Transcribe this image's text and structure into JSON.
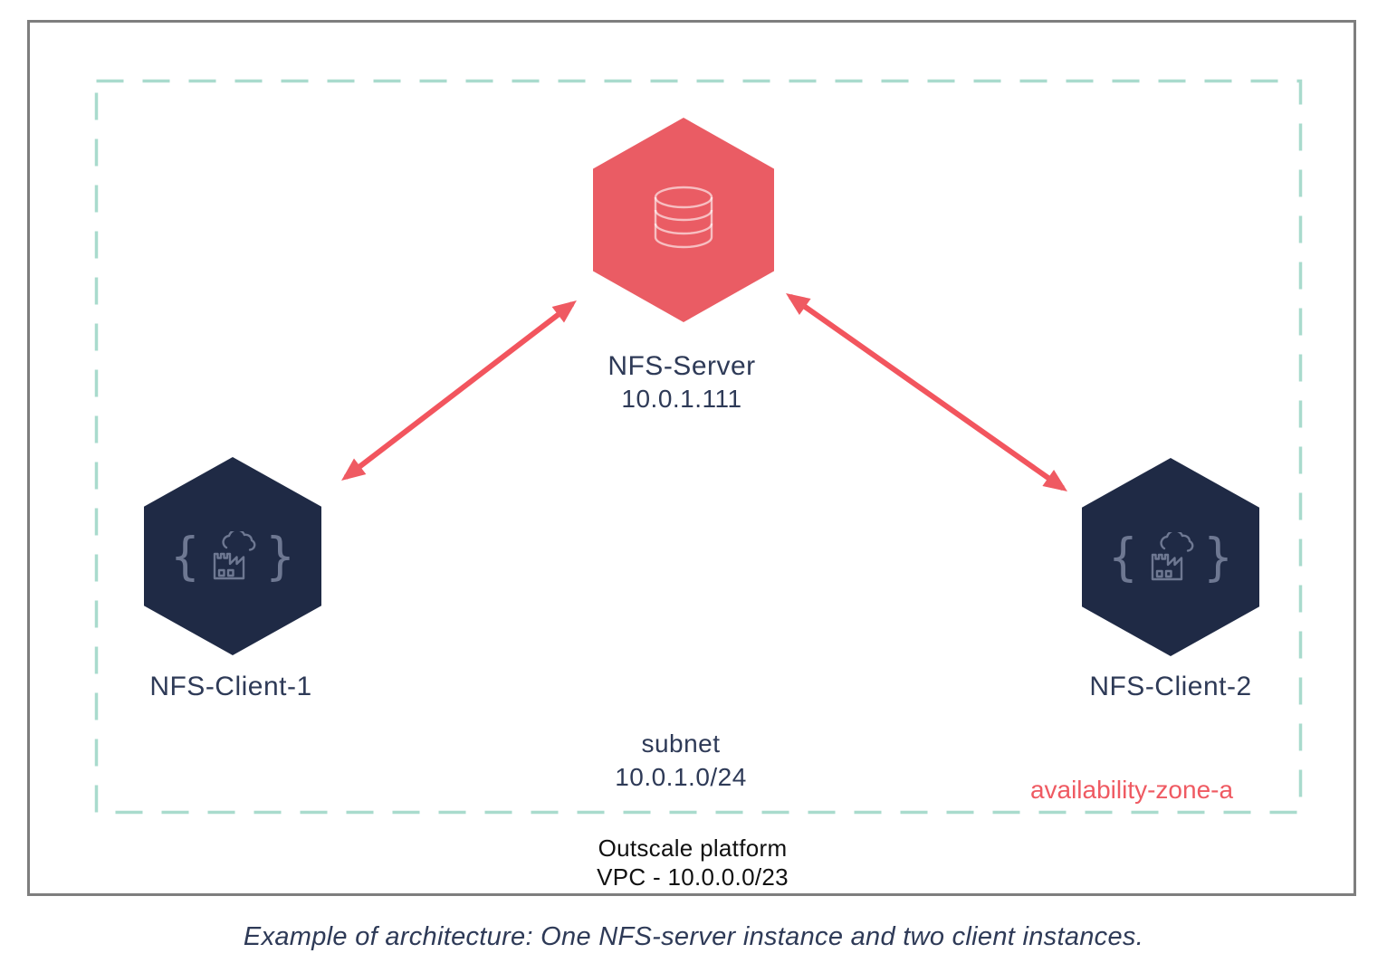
{
  "figure": {
    "caption": "Example of architecture: One NFS-server instance and two client instances."
  },
  "diagram": {
    "type": "architecture-diagram",
    "platform": {
      "name": "Outscale platform",
      "vpc_cidr": "VPC - 10.0.0.0/23"
    },
    "availability_zone": "availability-zone-a",
    "subnet": {
      "name": "subnet",
      "cidr": "10.0.1.0/24"
    },
    "nodes": [
      {
        "id": "nfs-server",
        "label": "NFS-Server",
        "ip": "10.0.1.111",
        "role": "server",
        "icon": "database-icon"
      },
      {
        "id": "nfs-client-1",
        "label": "NFS-Client-1",
        "role": "client",
        "icon": "factory-code-icon"
      },
      {
        "id": "nfs-client-2",
        "label": "NFS-Client-2",
        "role": "client",
        "icon": "factory-code-icon"
      }
    ],
    "edges": [
      {
        "from": "nfs-server",
        "to": "nfs-client-1",
        "bidirectional": true
      },
      {
        "from": "nfs-server",
        "to": "nfs-client-2",
        "bidirectional": true
      }
    ],
    "icon_glyphs": {
      "brace_left": "{",
      "brace_right": "}"
    },
    "colors": {
      "coral": "#ef5a62",
      "coral-hex": "#ea5c64",
      "navy-hex": "#1f2a45",
      "label-navy": "#2e3a57",
      "mint-dash": "#a9dbcd",
      "frame-gray": "#7e7e7e",
      "platform-black": "#111111"
    }
  }
}
